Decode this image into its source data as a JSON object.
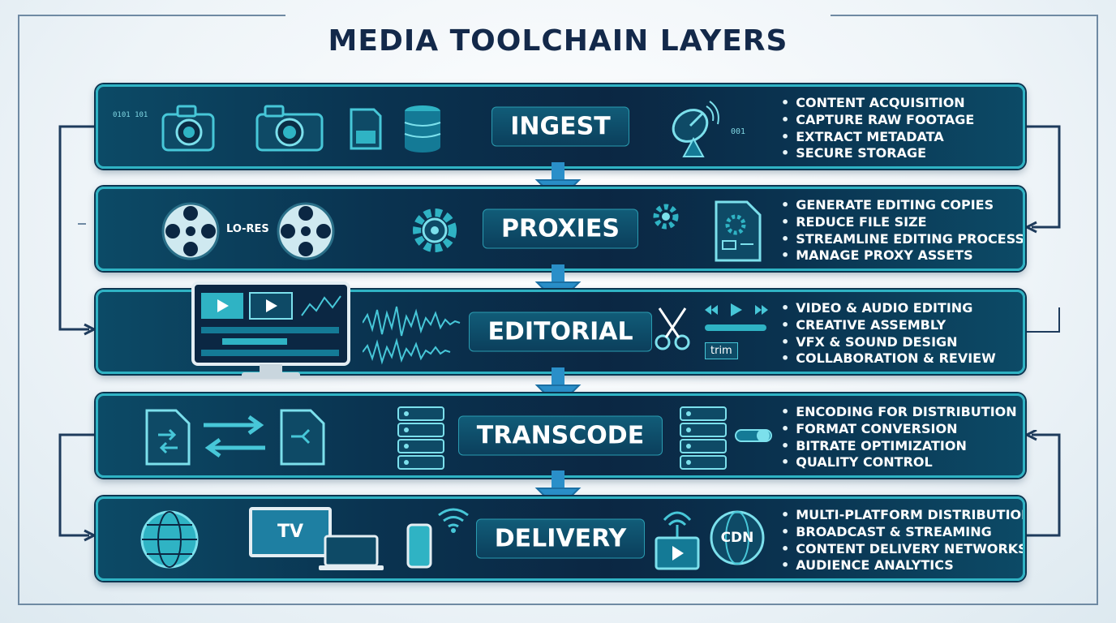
{
  "title": "MEDIA TOOLCHAIN LAYERS",
  "colors": {
    "band_bg": "#0b2743",
    "band_border": "#2fb3c4",
    "accent": "#2ec4d6",
    "title": "#13294a",
    "arrow": "#2a8fc9"
  },
  "layers": [
    {
      "name": "INGEST",
      "bullets": [
        "CONTENT ACQUISITION",
        "CAPTURE RAW FOOTAGE",
        "EXTRACT METADATA",
        "SECURE STORAGE"
      ],
      "icons": [
        "binary-icon",
        "camera-icon",
        "camera-icon",
        "sd-card-icon",
        "database-icon",
        "satellite-dish-icon"
      ],
      "texts": {
        "binary_a": "0101 101",
        "binary_b": "001"
      }
    },
    {
      "name": "PROXIES",
      "bullets": [
        "GENERATE EDITING COPIES",
        "REDUCE FILE SIZE",
        "STREAMLINE EDITING PROCESS",
        "MANAGE PROXY ASSETS"
      ],
      "icons": [
        "film-reel-icon",
        "film-reel-icon",
        "gear-icon",
        "document-icon"
      ],
      "texts": {
        "lo_res": "LO-RES"
      }
    },
    {
      "name": "EDITORIAL",
      "bullets": [
        "VIDEO & AUDIO EDITING",
        "CREATIVE ASSEMBLY",
        "VFX & SOUND DESIGN",
        "COLLABORATION & REVIEW"
      ],
      "icons": [
        "monitor-icon",
        "waveform-icon",
        "scissors-icon",
        "playback-controls-icon"
      ],
      "texts": {
        "trim": "trim"
      }
    },
    {
      "name": "TRANSCODE",
      "bullets": [
        "ENCODING FOR DISTRIBUTION",
        "FORMAT CONVERSION",
        "BITRATE OPTIMIZATION",
        "QUALITY CONTROL"
      ],
      "icons": [
        "file-convert-icon",
        "swap-arrows-icon",
        "file-icon",
        "server-icon",
        "server-icon",
        "toggle-icon"
      ]
    },
    {
      "name": "DELIVERY",
      "bullets": [
        "MULTI-PLATFORM DISTRIBUTION",
        "BROADCAST & STREAMING",
        "CONTENT DELIVERY NETWORKS",
        "AUDIENCE ANALYTICS"
      ],
      "icons": [
        "globe-icon",
        "tv-icon",
        "laptop-icon",
        "phone-icon",
        "wifi-icon",
        "video-play-icon",
        "cdn-globe-icon"
      ],
      "texts": {
        "tv": "TV",
        "cdn": "CDN"
      }
    }
  ]
}
